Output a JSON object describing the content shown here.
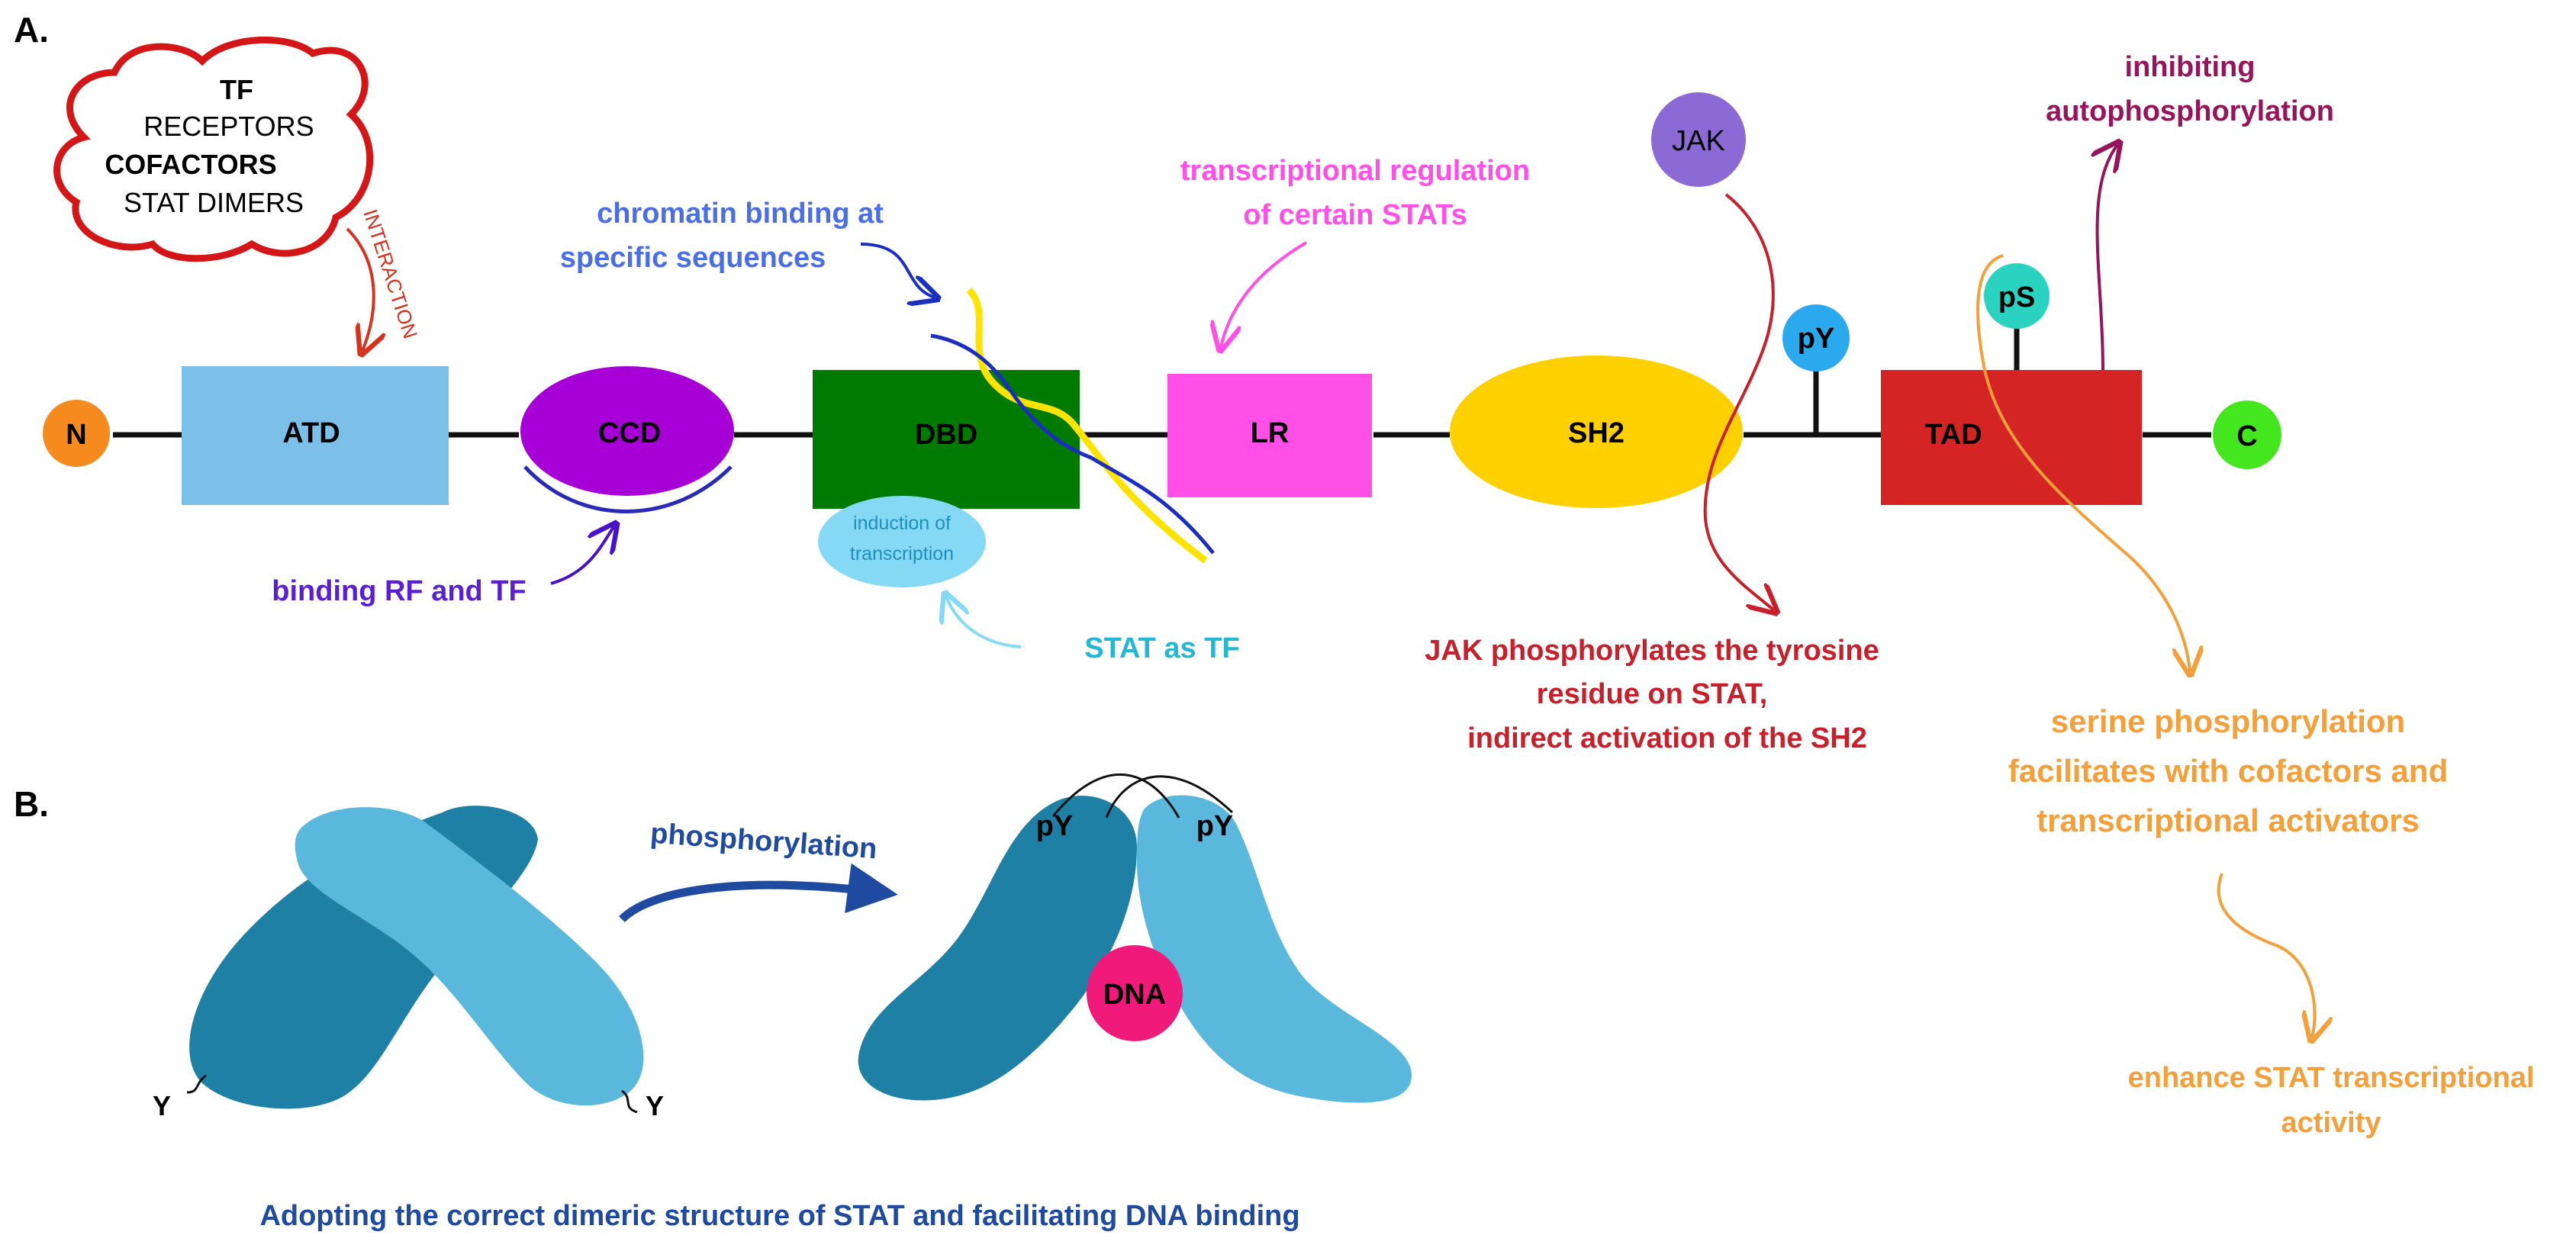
{
  "panels": {
    "a": "A.",
    "b": "B."
  },
  "cloud": {
    "lines": [
      "TF",
      "RECEPTORS",
      "COFACTORS",
      "STAT DIMERS"
    ],
    "arrow_label": "INTERACTION"
  },
  "domains": {
    "n": "N",
    "atd": "ATD",
    "ccd": "CCD",
    "dbd": "DBD",
    "lr": "LR",
    "sh2": "SH2",
    "tad": "TAD",
    "c": "C",
    "py": "pY",
    "ps": "pS",
    "jak": "JAK"
  },
  "induction": [
    "induction of",
    "transcription"
  ],
  "annotations": {
    "chromatin": [
      "chromatin binding at",
      "specific sequences"
    ],
    "lr_reg": [
      "transcriptional regulation",
      "of certain STATs"
    ],
    "inhibit": [
      "inhibiting",
      "autophosphorylation"
    ],
    "binding": "binding RF and TF",
    "stat_tf": "STAT as TF",
    "jak_phos": [
      "JAK phosphorylates the tyrosine",
      "residue on STAT,",
      "indirect activation of the SH2"
    ],
    "serine": [
      "serine phosphorylation",
      "facilitates with cofactors and",
      "transcriptional activators"
    ],
    "enhance": [
      "enhance STAT transcriptional",
      "activity"
    ]
  },
  "panel_b": {
    "phosphorylation": "phosphorylation",
    "y": "Y",
    "py": "pY",
    "dna": "DNA",
    "caption": "Adopting the correct dimeric structure of STAT and facilitating DNA binding"
  },
  "colors": {
    "n": "#f58a1f",
    "atd": "#7cc0ea",
    "ccd": "#a600d6",
    "dbd": "#007a00",
    "induction": "#86d9f5",
    "lr": "#ff4fe6",
    "sh2": "#ffd000",
    "tad": "#d42424",
    "c": "#44e61e",
    "py": "#2aa9ef",
    "ps": "#2ad3bf",
    "jak": "#8c6ad6",
    "dark_dimer": "#1f80a6",
    "light_dimer": "#5ab8dc",
    "dna": "#ef1a7a"
  }
}
